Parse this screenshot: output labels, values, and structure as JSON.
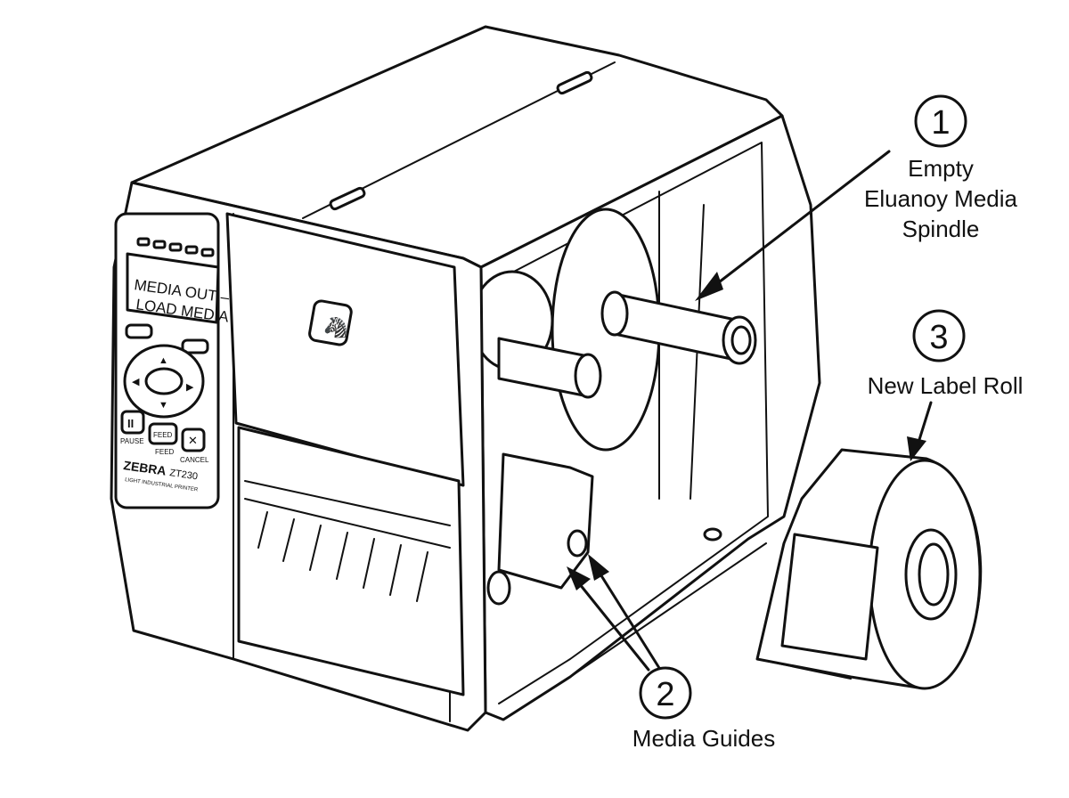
{
  "printer": {
    "display_line1": "MEDIA OUT –",
    "display_line2": "LOAD MEDIA",
    "brand": "ZEBRA",
    "model": "ZT230",
    "subtitle": "LIGHT INDUSTRIAL PRINTER",
    "buttons": {
      "pause": "PAUSE",
      "feed": "FEED",
      "cancel": "CANCEL",
      "feed_key": "FEED",
      "pause_glyph": "II",
      "cancel_glyph": "✕"
    }
  },
  "callouts": [
    {
      "number": "1",
      "lines": [
        "Empty",
        "Eluanoy Media",
        "Spindle"
      ]
    },
    {
      "number": "2",
      "lines": [
        "Media Guides"
      ]
    },
    {
      "number": "3",
      "lines": [
        "New Label Roll"
      ]
    }
  ]
}
